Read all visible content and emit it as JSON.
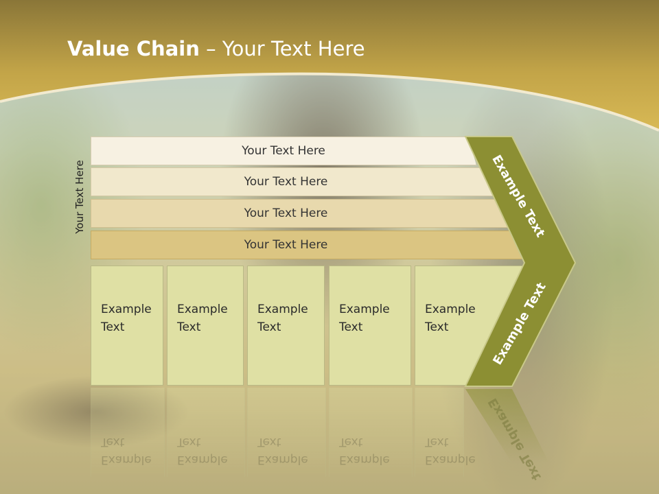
{
  "slide": {
    "title_bold": "Value Chain",
    "title_rest": " – Your Text Here",
    "vertical_label": "Your Text Here"
  },
  "bars": [
    {
      "label": "Your Text Here"
    },
    {
      "label": "Your Text Here"
    },
    {
      "label": "Your Text Here"
    },
    {
      "label": "Your Text Here"
    }
  ],
  "boxes": [
    {
      "line1": "Example",
      "line2": "Text"
    },
    {
      "line1": "Example",
      "line2": "Text"
    },
    {
      "line1": "Example",
      "line2": "Text"
    },
    {
      "line1": "Example",
      "line2": "Text"
    },
    {
      "line1": "Example",
      "line2": "Text"
    }
  ],
  "arrow": {
    "upper_label": "Example Text",
    "lower_label": "Example Text"
  },
  "colors": {
    "header": "#c9a94e",
    "arrow": "#8c8f33",
    "box": "#dfe0a4"
  }
}
